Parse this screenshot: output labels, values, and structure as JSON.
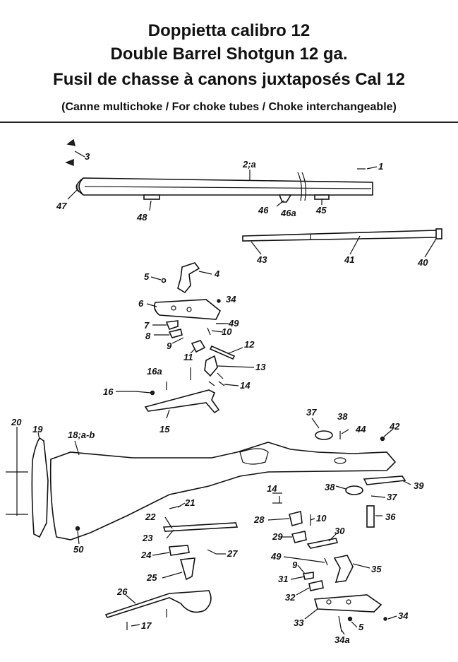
{
  "header": {
    "title_it": "Doppietta calibro 12",
    "title_en": "Double Barrel Shotgun 12 ga.",
    "title_fr": "Fusil de chasse à canons juxtaposés Cal 12",
    "subtitle": "(Canne multichoke / For choke tubes / Choke interchangeable)"
  },
  "callouts": {
    "p1": "1",
    "p2a": "2;a",
    "p3": "3",
    "p4": "4",
    "p5": "5",
    "p5b": "5",
    "p6": "6",
    "p7": "7",
    "p8": "8",
    "p9": "9",
    "p9b": "9",
    "p10": "10",
    "p10b": "10",
    "p11": "11",
    "p12": "12",
    "p13": "13",
    "p14": "14",
    "p14b": "14",
    "p15": "15",
    "p16": "16",
    "p16a": "16a",
    "p17": "17",
    "p18ab": "18;a-b",
    "p19": "19",
    "p20": "20",
    "p21": "21",
    "p22": "22",
    "p23": "23",
    "p24": "24",
    "p25": "25",
    "p26": "26",
    "p27": "27",
    "p28": "28",
    "p29": "29",
    "p30": "30",
    "p31": "31",
    "p32": "32",
    "p33": "33",
    "p34": "34",
    "p34b": "34",
    "p34a": "34a",
    "p35": "35",
    "p36": "36",
    "p37": "37",
    "p37b": "37",
    "p38": "38",
    "p38b": "38",
    "p39": "39",
    "p40": "40",
    "p41": "41",
    "p42": "42",
    "p43": "43",
    "p44": "44",
    "p45": "45",
    "p46": "46",
    "p46a": "46a",
    "p47": "47",
    "p48": "48",
    "p49": "49",
    "p49b": "49",
    "p50": "50"
  }
}
